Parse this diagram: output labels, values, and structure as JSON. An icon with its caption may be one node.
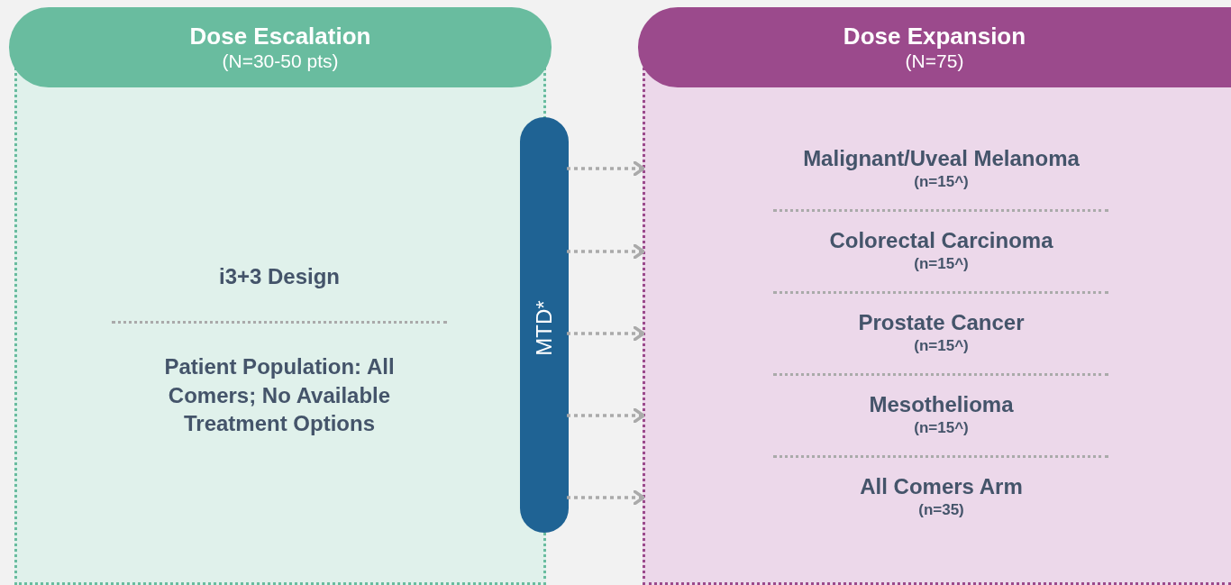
{
  "diagram": {
    "nodes": [
      {
        "text": [
          "Dose Escalation",
          "(N=30-50 pts)",
          "i3+3 Design",
          "Patient Population: All Comers; No Available Treatment Options"
        ]
      },
      {
        "text": [
          "MTD*"
        ]
      },
      {
        "text": [
          "Dose Expansion",
          "(N=75)"
        ]
      },
      {
        "text": [
          "Malignant/Uveal Melanoma",
          "(n=15^)"
        ],
        "in": 2
      },
      {
        "text": [
          "Colorectal Carcinoma",
          "(n=15^)"
        ],
        "in": 2
      },
      {
        "text": [
          "Prostate Cancer",
          "(n=15^)"
        ],
        "in": 2
      },
      {
        "text": [
          "Mesothelioma",
          "(n=15^)"
        ],
        "in": 2
      },
      {
        "text": [
          "All Comers Arm",
          "(n=35)"
        ],
        "in": 2
      }
    ],
    "edges": [
      {
        "from": 1,
        "to": 2,
        "arrow": "to",
        "style": "dashed"
      },
      {
        "from": 1,
        "to": 2,
        "arrow": "to",
        "style": "dashed"
      },
      {
        "from": 1,
        "to": 2,
        "arrow": "to",
        "style": "dashed"
      },
      {
        "from": 1,
        "to": 2,
        "arrow": "to",
        "style": "dashed"
      },
      {
        "from": 1,
        "to": 2,
        "arrow": "to",
        "style": "dashed"
      }
    ]
  }
}
